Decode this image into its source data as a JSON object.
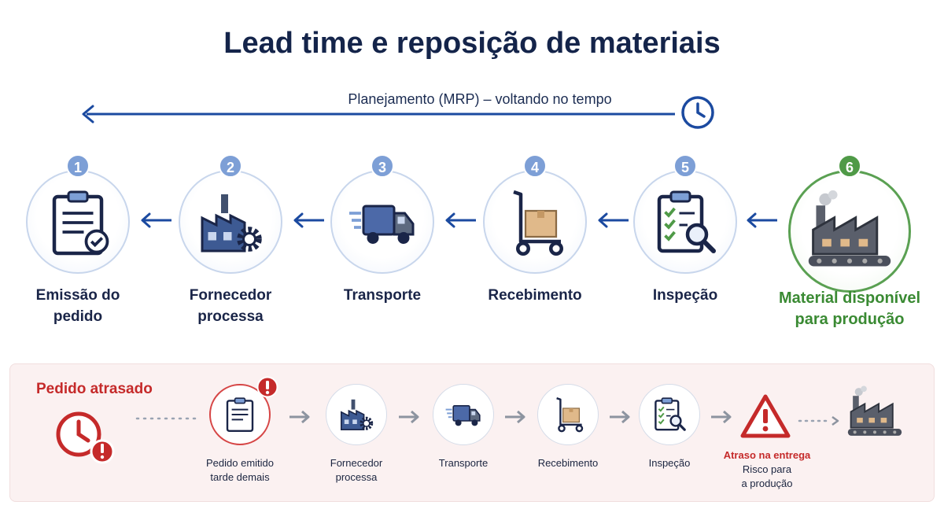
{
  "title": "Lead time e reposição de materiais",
  "mrp_label": "Planejamento (MRP) – voltando no tempo",
  "colors": {
    "navy": "#1b4aa0",
    "badge_blue": "#7d9fd6",
    "green": "#4f9a47",
    "red": "#c52a2a"
  },
  "steps": [
    {
      "number": "1",
      "label_line1": "Emissão do",
      "label_line2": "pedido",
      "icon": "clipboard-check-icon"
    },
    {
      "number": "2",
      "label_line1": "Fornecedor",
      "label_line2": "processa",
      "icon": "factory-gear-icon"
    },
    {
      "number": "3",
      "label_line1": "Transporte",
      "label_line2": "",
      "icon": "truck-icon"
    },
    {
      "number": "4",
      "label_line1": "Recebimento",
      "label_line2": "",
      "icon": "hand-truck-icon"
    },
    {
      "number": "5",
      "label_line1": "Inspeção",
      "label_line2": "",
      "icon": "clipboard-magnifier-icon"
    },
    {
      "number": "6",
      "label_line1": "Material disponível",
      "label_line2": "para produção",
      "icon": "factory-conveyor-icon"
    }
  ],
  "delay": {
    "title": "Pedido atrasado",
    "steps": [
      {
        "label_line1": "Pedido emitido",
        "label_line2": "tarde demais",
        "icon": "clipboard-icon"
      },
      {
        "label_line1": "Fornecedor",
        "label_line2": "processa",
        "icon": "factory-gear-icon"
      },
      {
        "label_line1": "Transporte",
        "label_line2": "",
        "icon": "truck-icon"
      },
      {
        "label_line1": "Recebimento",
        "label_line2": "",
        "icon": "hand-truck-icon"
      },
      {
        "label_line1": "Inspeção",
        "label_line2": "",
        "icon": "clipboard-magnifier-icon"
      }
    ],
    "warning_line1": "Atraso na entrega",
    "warning_line2": "Risco para",
    "warning_line3": "a produção"
  }
}
